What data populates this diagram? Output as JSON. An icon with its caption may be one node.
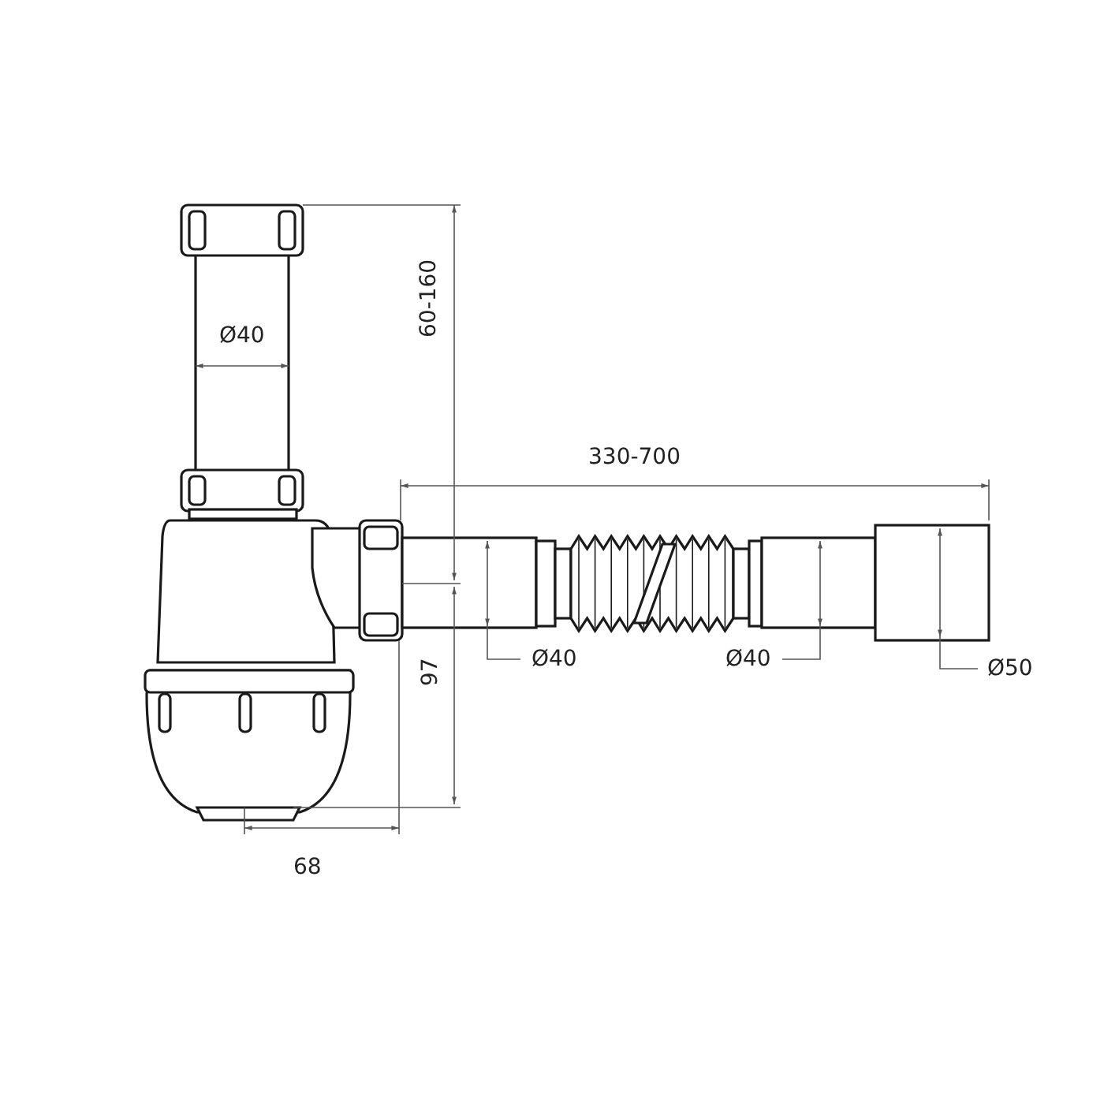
{
  "diagram": {
    "labels": [
      "Ø40",
      "60-160",
      "330-700",
      "Ø40",
      "Ø40",
      "Ø50",
      "97",
      "68"
    ]
  }
}
